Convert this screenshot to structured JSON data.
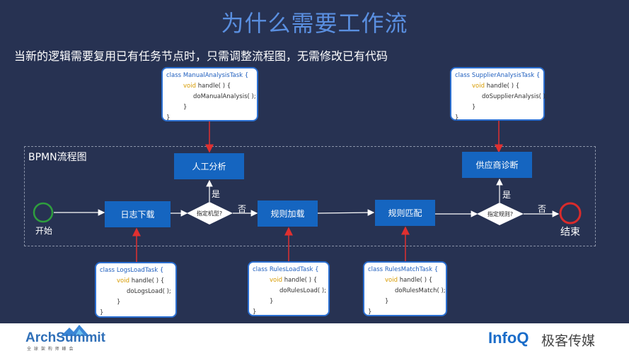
{
  "title": "为什么需要工作流",
  "subtitle": "当新的逻辑需要复用已有任务节点时，只需调整流程图，无需修改已有代码",
  "diagram_label": "BPMN流程图",
  "nodes": {
    "start": "开始",
    "end": "结束",
    "logs_download": "日志下载",
    "manual_analysis": "人工分析",
    "rules_load": "规则加载",
    "rules_match": "规则匹配",
    "supplier_diagnosis": "供应商诊断",
    "gateway1": "指定机型?",
    "gateway2": "指定规则?"
  },
  "edge_labels": {
    "yes1": "是",
    "no1": "否",
    "yes2": "是",
    "no2": "否"
  },
  "code_boxes": {
    "manual": {
      "class_kw": "class",
      "class_name": "ManualAnalysisTask {",
      "void_kw": "void",
      "method": "handle( ) {",
      "call": "doManualAnalysis( );",
      "close_inner": "}",
      "close_outer": "}"
    },
    "supplier": {
      "class_kw": "class",
      "class_name": "SupplierAnalysisTask {",
      "void_kw": "void",
      "method": "handle( ) {",
      "call": "doSupplierAnalysis( );",
      "close_inner": "}",
      "close_outer": "}"
    },
    "logs": {
      "class_kw": "class",
      "class_name": "LogsLoadTask {",
      "void_kw": "void",
      "method": "handle( ) {",
      "call": "doLogsLoad( );",
      "close_inner": "}",
      "close_outer": "}"
    },
    "rules_load": {
      "class_kw": "class",
      "class_name": "RulesLoadTask {",
      "void_kw": "void",
      "method": "handle( ) {",
      "call": "doRulesLoad( );",
      "close_inner": "}",
      "close_outer": "}"
    },
    "rules_match": {
      "class_kw": "class",
      "class_name": "RulesMatchTask {",
      "void_kw": "void",
      "method": "handle( ) {",
      "call": "doRulesMatch( );",
      "close_inner": "}",
      "close_outer": "}"
    }
  },
  "footer": {
    "arch_logo": "ArchSummit",
    "arch_sub": "全 球 架 构 师 峰 会",
    "infoq_logo": "InfoQ",
    "infoq_cn": "极客传媒"
  },
  "colors": {
    "background": "#273252",
    "task": "#1565c0",
    "start": "#2e9e3e",
    "end": "#d92b2b",
    "connector": "#e03030",
    "title": "#5a8fe0"
  }
}
